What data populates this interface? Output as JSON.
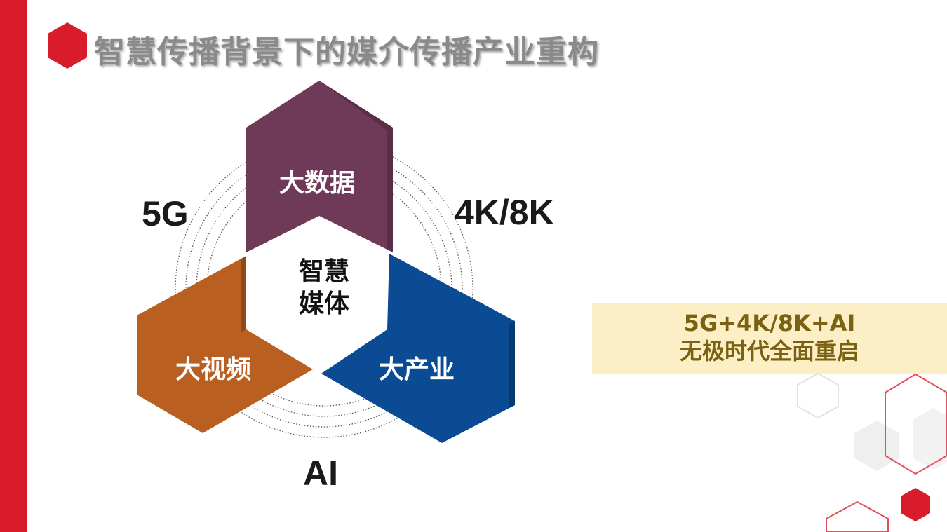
{
  "slide": {
    "title": "智慧传播背景下的媒介传播产业重构"
  },
  "diagram": {
    "center": {
      "line1": "智慧",
      "line2": "媒体"
    },
    "petals": [
      {
        "label": "大数据",
        "color": "#6e3a58"
      },
      {
        "label": "大视频",
        "color": "#b85f21"
      },
      {
        "label": "大产业",
        "color": "#0a4b94"
      }
    ],
    "technologies": [
      "5G",
      "4K/8K",
      "AI"
    ]
  },
  "callout": {
    "line1": "5G+4K/8K+AI",
    "line2": "无极时代全面重启"
  },
  "colors": {
    "accent_red": "#d81c2a",
    "title_gray": "#8a8a8a",
    "callout_bg": "#fcefc6",
    "callout_text": "#7a6212"
  }
}
